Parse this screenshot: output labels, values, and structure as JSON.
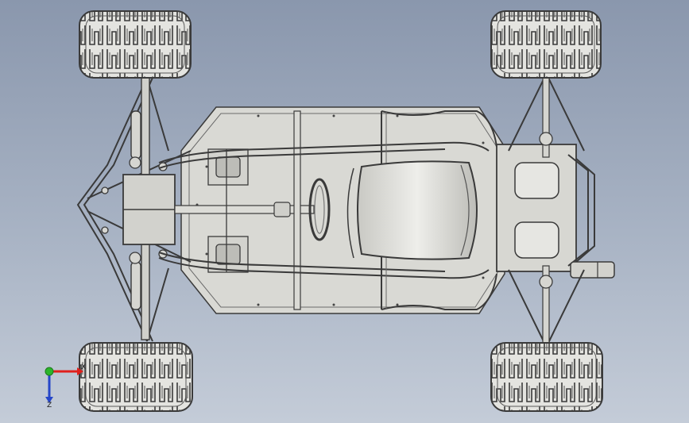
{
  "viewport": {
    "background_top": "#8a97ad",
    "background_bottom": "#c4ccd8"
  },
  "model": {
    "subject": "go-kart-chassis-top-view",
    "body_fill": "#d7d7d2",
    "line_color": "#3a3a3a",
    "tire_fill": "#e2e2de"
  },
  "triad": {
    "x_color": "#e0201c",
    "y_color": "#2bb52b",
    "z_color": "#2646c8",
    "x_label": "X",
    "z_label": "Z"
  }
}
